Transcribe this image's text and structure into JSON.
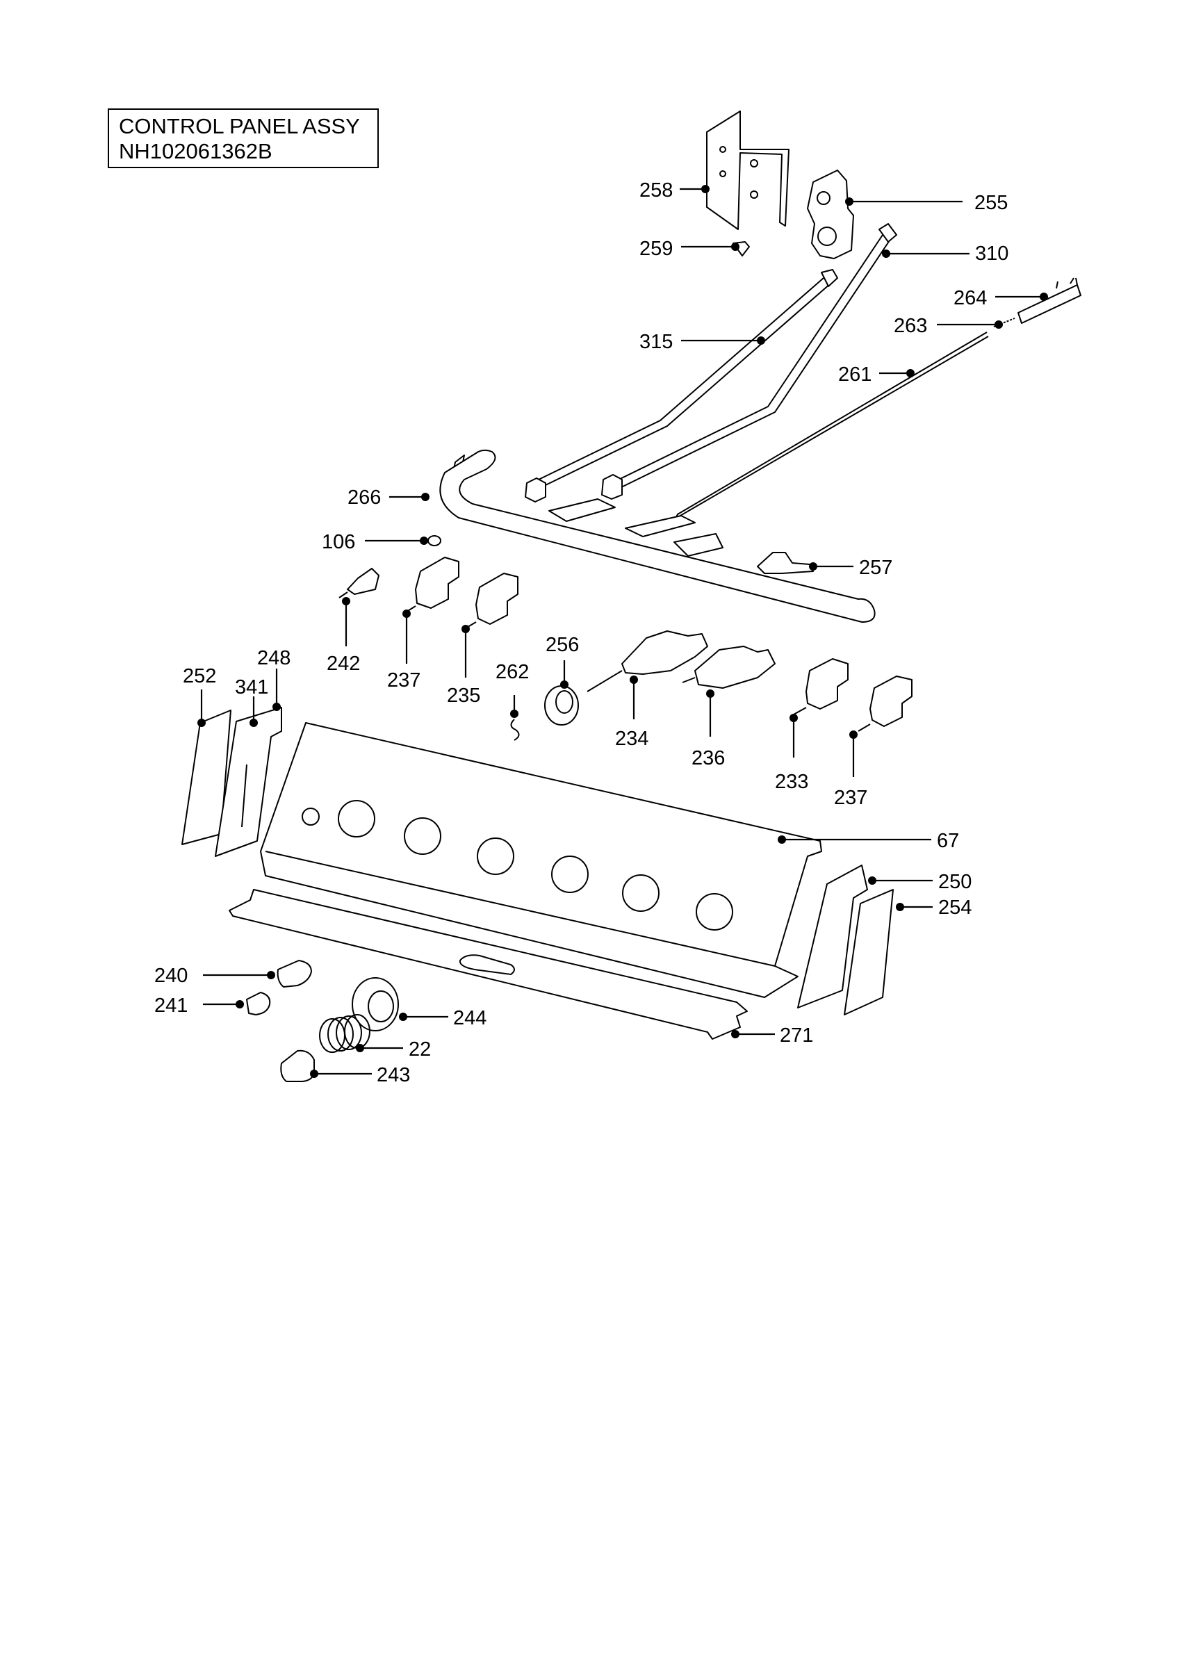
{
  "title": {
    "line1": "CONTROL PANEL ASSY",
    "line2": "NH102061362B"
  },
  "callouts": {
    "c258": "258",
    "c255": "255",
    "c259": "259",
    "c310": "310",
    "c264": "264",
    "c263": "263",
    "c315": "315",
    "c261": "261",
    "c266": "266",
    "c106": "106",
    "c257": "257",
    "c242": "242",
    "c237a": "237",
    "c235": "235",
    "c262": "262",
    "c256": "256",
    "c234": "234",
    "c236": "236",
    "c233": "233",
    "c237b": "237",
    "c252": "252",
    "c341": "341",
    "c248": "248",
    "c67": "67",
    "c250": "250",
    "c254": "254",
    "c240": "240",
    "c241": "241",
    "c244": "244",
    "c22": "22",
    "c243": "243",
    "c271": "271"
  }
}
